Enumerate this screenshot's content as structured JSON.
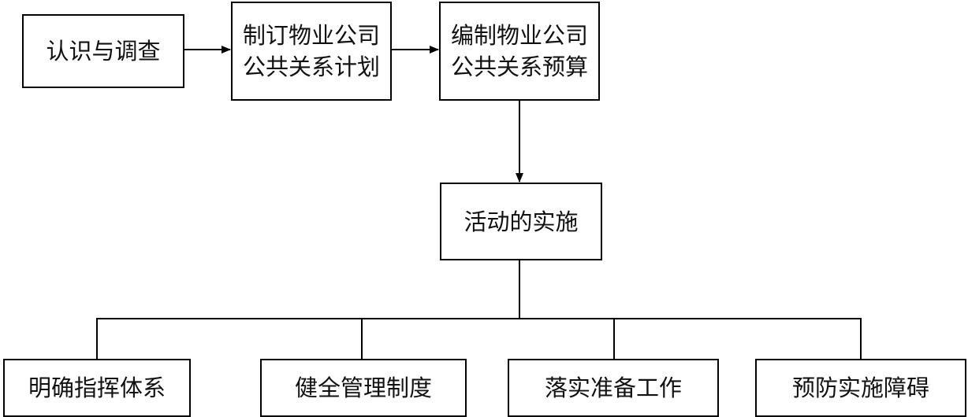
{
  "diagram": {
    "nodes": {
      "survey": [
        "认识与调查"
      ],
      "plan": [
        "制订物业公司",
        "公共关系计划"
      ],
      "budget": [
        "编制物业公司",
        "公共关系预算"
      ],
      "implement": [
        "活动的实施"
      ],
      "command": [
        "明确指挥体系"
      ],
      "rules": [
        "健全管理制度"
      ],
      "prepare": [
        "落实准备工作"
      ],
      "prevent": [
        "预防实施障碍"
      ]
    }
  }
}
